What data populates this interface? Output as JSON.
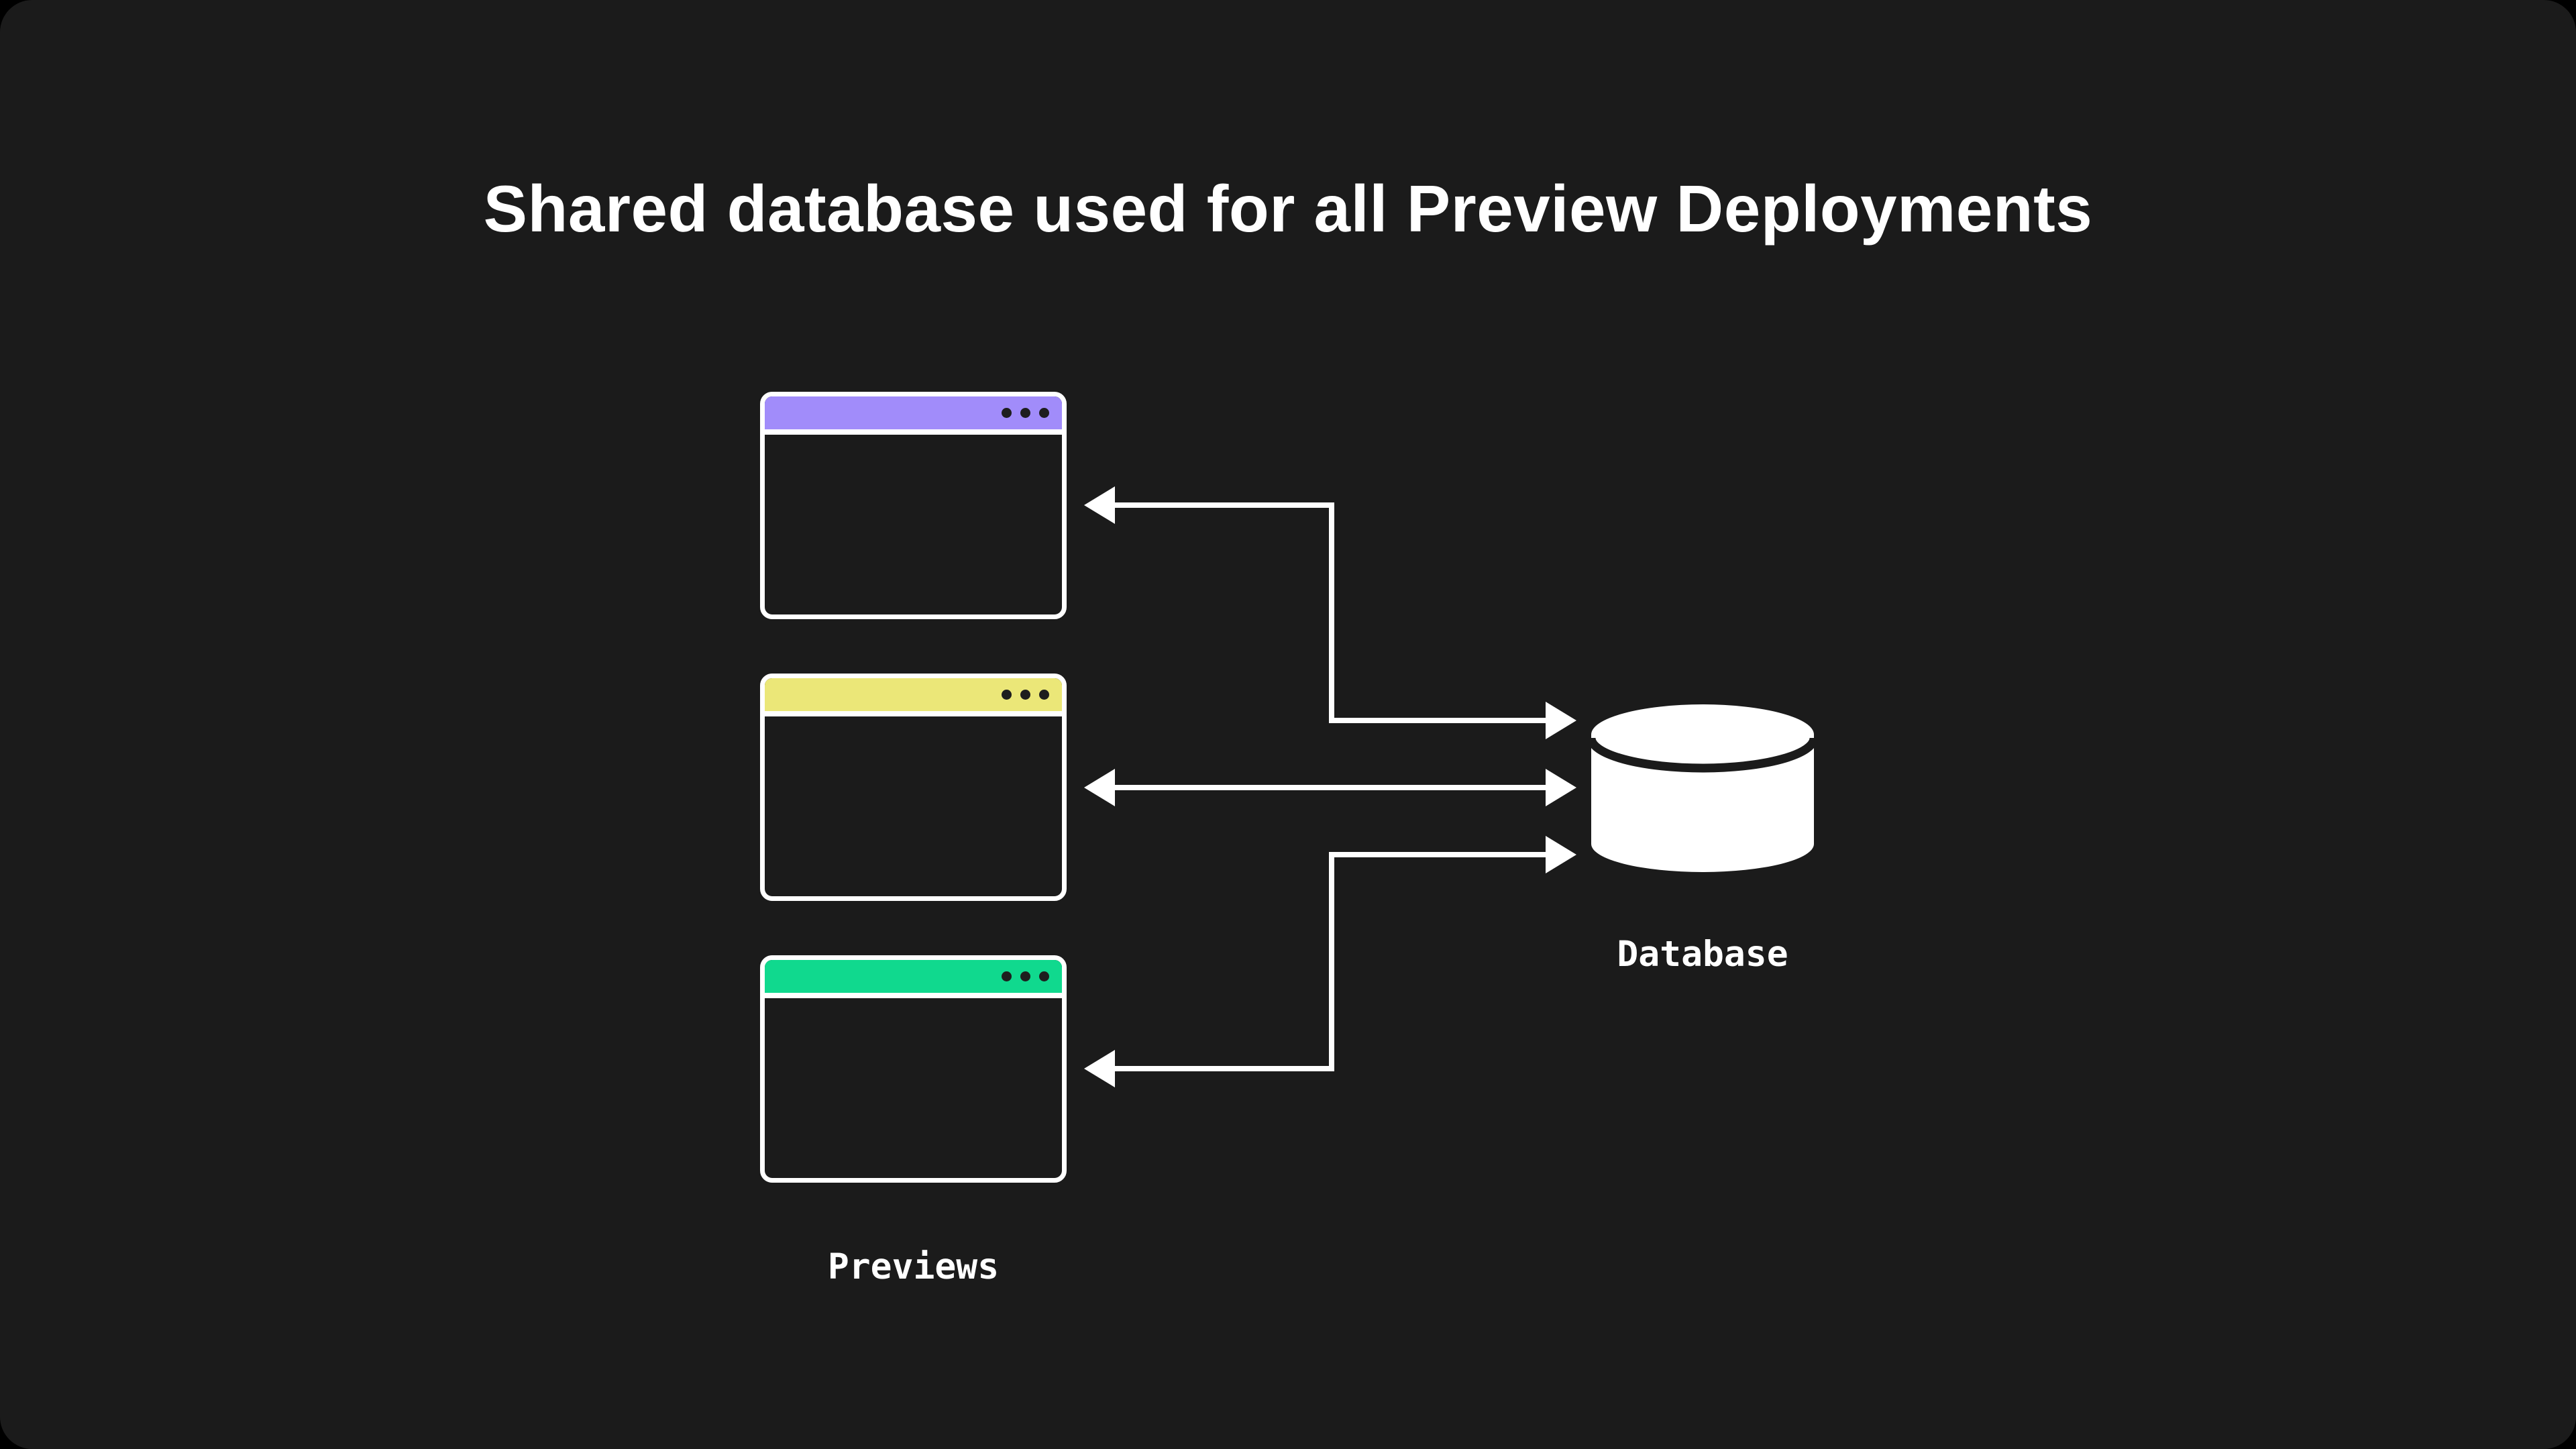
{
  "title": {
    "text": "Shared database used for all Preview Deployments"
  },
  "labels": {
    "previews": "Previews",
    "database": "Database"
  },
  "colors": {
    "background": "#1B1B1B",
    "text": "#FFFFFF",
    "window_border": "#FFFFFF",
    "window_body": "#1B1B1B",
    "window_dot": "#1E1E1E",
    "connector": "#FFFFFF",
    "database_fill": "#FFFFFF",
    "database_split_line": "#1B1B1B"
  },
  "diagram": {
    "windows": [
      {
        "id": "preview-1",
        "titlebar_color": "#A18CFA"
      },
      {
        "id": "preview-2",
        "titlebar_color": "#EBE778"
      },
      {
        "id": "preview-3",
        "titlebar_color": "#10D98E"
      }
    ],
    "database": {
      "id": "database"
    },
    "connections": [
      {
        "from": "preview-1",
        "to": "database",
        "arrows": "both",
        "shape": "elbow"
      },
      {
        "from": "preview-2",
        "to": "database",
        "arrows": "both",
        "shape": "straight"
      },
      {
        "from": "preview-3",
        "to": "database",
        "arrows": "both",
        "shape": "elbow"
      }
    ]
  }
}
